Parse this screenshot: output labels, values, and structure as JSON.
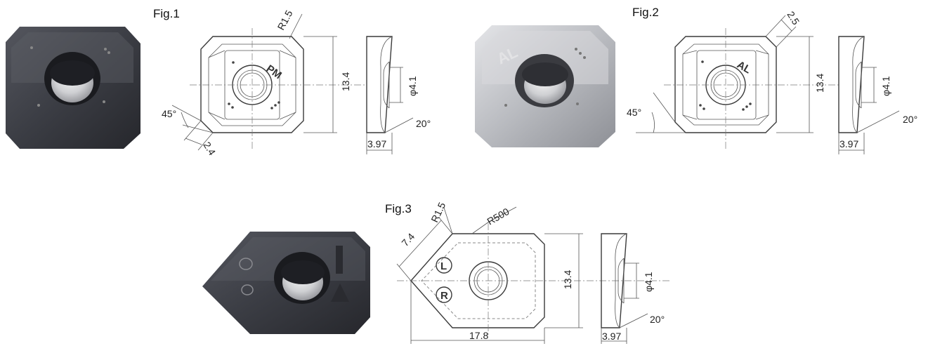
{
  "figures": [
    {
      "label": "Fig.1",
      "dims": {
        "corner": "R1.5",
        "height": "13.4",
        "hole": "φ4.1",
        "angle": "45°",
        "chamfer": "2.4",
        "clearance": "20°",
        "thickness": "3.97"
      },
      "chipbreaker_mark": "PM"
    },
    {
      "label": "Fig.2",
      "dims": {
        "chamfer": "2.5",
        "height": "13.4",
        "hole": "φ4.1",
        "angle": "45°",
        "clearance": "20°",
        "thickness": "3.97"
      },
      "chipbreaker_mark": "AL"
    },
    {
      "label": "Fig.3",
      "dims": {
        "edge": "7.4",
        "corner": "R1.5",
        "wiper": "R500",
        "height": "13.4",
        "hole": "φ4.1",
        "width": "17.8",
        "clearance": "20°",
        "thickness": "3.97"
      },
      "hand_marks": [
        "L",
        "R"
      ]
    }
  ],
  "colors": {
    "insert_dark": "#3b3d44",
    "insert_silver": "#b9bbc0",
    "line": "#3a3a3a"
  }
}
